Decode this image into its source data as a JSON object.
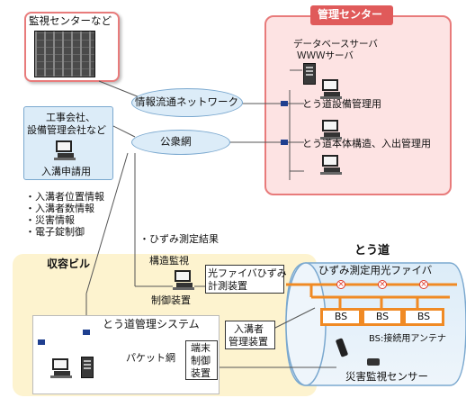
{
  "monitoring_center": {
    "title": "監視センターなど"
  },
  "management_center": {
    "title": "管理センター",
    "db_server": "データベースサーバ",
    "www_server": "ＷＷＷサーバ",
    "tunnel_facility_mgmt": "とう道設備管理用",
    "tunnel_structure_mgmt": "とう道本体構造、入出管理用"
  },
  "networks": {
    "info_network": "情報流通ネットワーク",
    "public_network": "公衆網"
  },
  "contractor": {
    "title_line1": "工事会社、",
    "title_line2": "設備管理会社など",
    "entry_application": "入溝申請用"
  },
  "info_list": [
    "・入溝者位置情報",
    "・入溝者数情報",
    "・災害情報",
    "・電子錠制御"
  ],
  "strain_result": "・ひずみ測定結果",
  "building": {
    "title": "収容ビル",
    "structure_monitor_line1": "構造監視",
    "structure_monitor_line2": "制御装置",
    "fiber_strain_line1": "光ファイバひずみ",
    "fiber_strain_line2": "計測装置",
    "tunnel_system": "とう道管理システム",
    "packet_network": "パケット網",
    "terminal_control_line1": "端末",
    "terminal_control_line2": "制御",
    "terminal_control_line3": "装置",
    "entrant_mgmt_line1": "入溝者",
    "entrant_mgmt_line2": "管理装置"
  },
  "tunnel": {
    "title": "とう道",
    "strain_fiber": "ひずみ測定用光ファイバ",
    "bs_labels": [
      "BS",
      "BS",
      "BS"
    ],
    "antenna_legend": "BS:接続用アンテナ",
    "disaster_sensor": "災害監視センサー"
  },
  "colors": {
    "orange": "#f08a24",
    "pink_fill": "#fde3e3",
    "pink_border": "#e87b7b",
    "blue_fill": "#dcecf8",
    "cream": "#fdf3cf",
    "node_blue": "#1f3f8f"
  }
}
